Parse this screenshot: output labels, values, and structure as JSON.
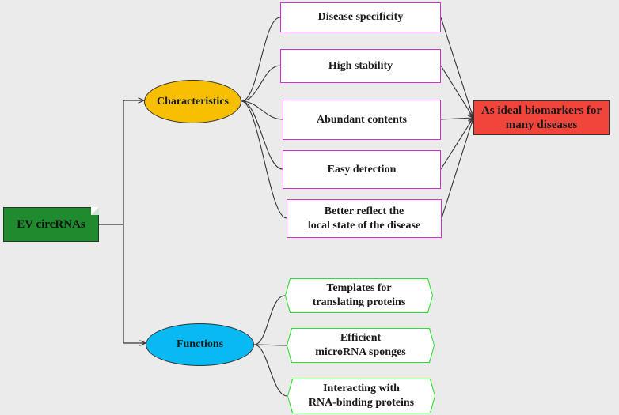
{
  "root": {
    "label": "EV circRNAs",
    "fill": "#1f8a2e"
  },
  "branches": {
    "characteristics": {
      "label": "Characteristics",
      "fill": "#f7bf00"
    },
    "functions": {
      "label": "Functions",
      "fill": "#09b9f2"
    }
  },
  "characteristics_items": [
    "Disease specificity",
    "High stability",
    "Abundant contents",
    "Easy detection",
    "Better reflect the\nlocal state of the disease"
  ],
  "function_items": [
    "Templates for\ntranslating proteins",
    "Efficient\nmicroRNA sponges",
    "Interacting with\nRNA-binding proteins"
  ],
  "outcome": {
    "label": "As ideal biomarkers for\nmany diseases",
    "fill": "#f1443a"
  },
  "colors": {
    "background": "#ebebeb",
    "characteristic_border": "#cc33cc",
    "function_border": "#2ee02e",
    "connector": "#333333"
  }
}
